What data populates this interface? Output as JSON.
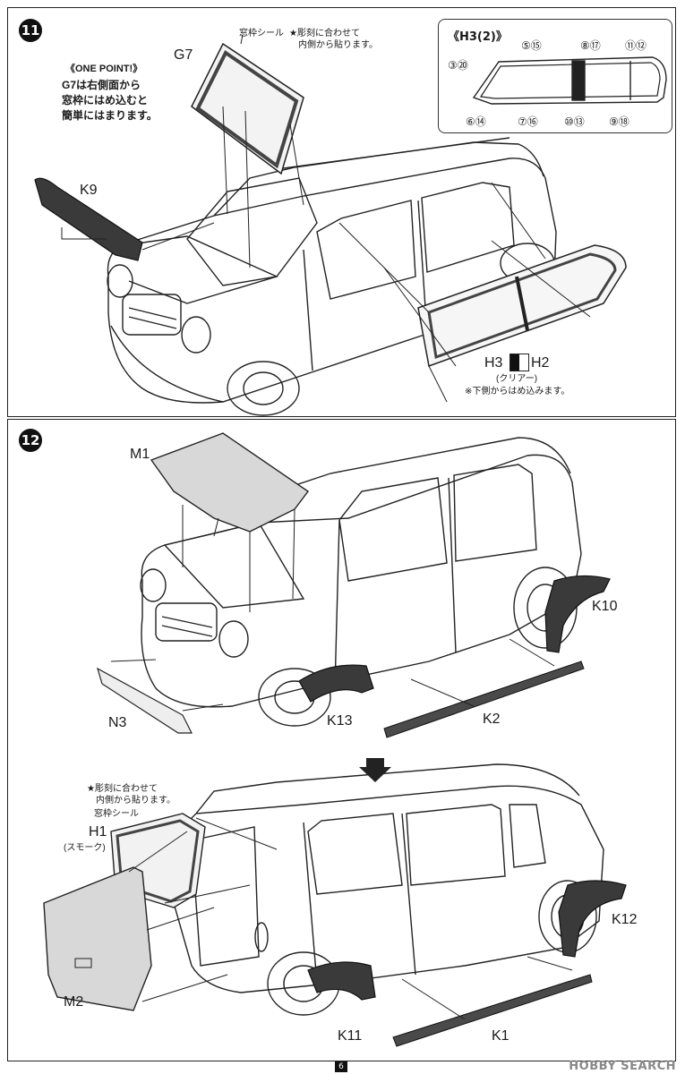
{
  "step11": {
    "badge": "11",
    "one_point_title": "《ONE POINT!》",
    "one_point_lines": [
      "G7は右側面から",
      "窓枠にはめ込むと",
      "簡単にはまります。"
    ],
    "g7_label": "G7",
    "k9_label": "K9",
    "g7_seal_note": "窓枠シール",
    "g7_star_note_1": "★彫刻に合わせて",
    "g7_star_note_2": "内側から貼ります。",
    "h3h2_label_a": "H3",
    "h3h2_label_b": "H2",
    "clear_note": "(クリアー)",
    "bottom_fit_note": "※下側からはめ込みます。",
    "h3_box": {
      "title": "《H3(2)》",
      "numbers": {
        "n3_20": "③⑳",
        "n5_15": "⑤⑮",
        "n8_17": "⑧⑰",
        "n11_12": "⑪⑫",
        "n6_14": "⑥⑭",
        "n7_16": "⑦⑯",
        "n10_13": "⑩⑬",
        "n9_18": "⑨⑱"
      }
    }
  },
  "step12": {
    "badge": "12",
    "m1_label": "M1",
    "n3_label": "N3",
    "k13_label": "K13",
    "k2_label": "K2",
    "k10_label": "K10",
    "h1_label": "H1",
    "smoke_note": "(スモーク)",
    "h1_star_note_1": "★彫刻に合わせて",
    "h1_star_note_2": "内側から貼ります。",
    "h1_seal_note": "窓枠シール",
    "m2_label": "M2",
    "k11_label": "K11",
    "k1_label": "K1",
    "k12_label": "K12"
  },
  "footer": {
    "page_number": "6",
    "watermark": "HOBBY SEARCH"
  }
}
